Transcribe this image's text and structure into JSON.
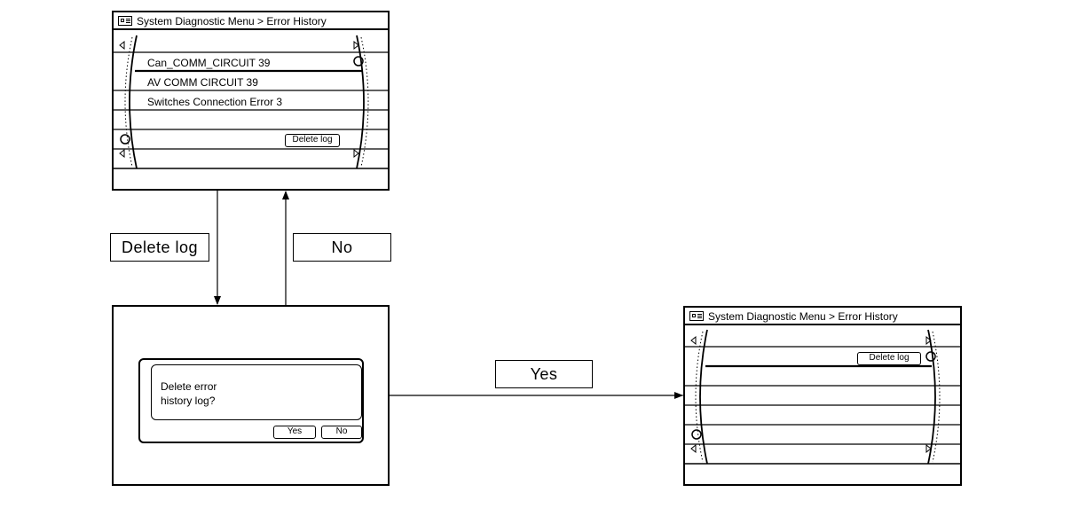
{
  "screen1": {
    "title": "System Diagnostic Menu > Error History",
    "items": [
      "Can_COMM_CIRCUIT 39",
      "AV COMM CIRCUIT 39",
      "Switches Connection Error 3"
    ],
    "delete_button": "Delete log"
  },
  "dialog_screen": {
    "message_line1": "Delete error",
    "message_line2": "history log?",
    "yes_button": "Yes",
    "no_button": "No"
  },
  "screen3": {
    "title": "System Diagnostic Menu > Error History",
    "delete_button": "Delete log"
  },
  "flow_labels": {
    "delete_log": "Delete log",
    "no": "No",
    "yes": "Yes"
  }
}
